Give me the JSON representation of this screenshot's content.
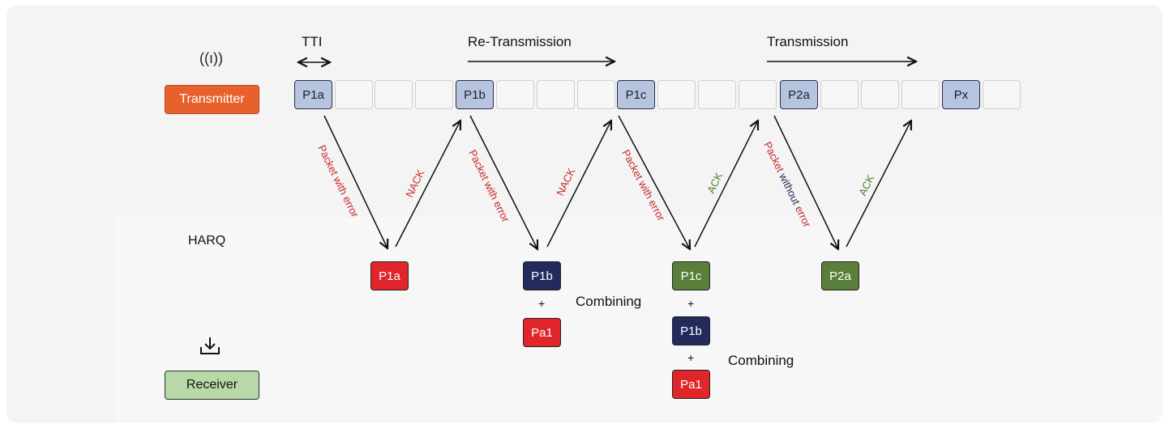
{
  "headers": {
    "tti": "TTI",
    "retransmission": "Re-Transmission",
    "transmission": "Transmission",
    "harq": "HARQ",
    "combining_1": "Combining",
    "combining_2": "Combining",
    "plus": "+"
  },
  "icons": {
    "antenna": "antenna-icon",
    "receive": "download-tray-icon",
    "antenna_glyph": "((ı))"
  },
  "roles": {
    "transmitter": "Transmitter",
    "receiver": "Receiver"
  },
  "tx_packets": [
    "P1a",
    "P1b",
    "P1c",
    "P2a",
    "Px"
  ],
  "rx_packets": {
    "p1a": "P1a",
    "p1b": "P1b",
    "pa1_first": "Pa1",
    "p1c": "P1c",
    "p1b_second": "P1b",
    "pa1_second": "Pa1",
    "p2a": "P2a"
  },
  "arrows": {
    "down1": "Packet with error",
    "up1": "NACK",
    "down2": "Packet with error",
    "up2": "NACK",
    "down3": "Packet with error",
    "up3": "ACK",
    "down4_prefix": "Packet ",
    "down4_mid": "without",
    "down4_suffix": " error",
    "up4": "ACK"
  },
  "colors": {
    "transmitter": "#e8612c",
    "receiver": "#b8d8a8",
    "error_label": "#c62828",
    "ack_label": "#4f7d2a",
    "without_label": "#232a5c",
    "packet_tx": "#b6c4e0",
    "packet_red": "#e0262b",
    "packet_navy": "#232a5c",
    "packet_green": "#5a7f3a"
  }
}
